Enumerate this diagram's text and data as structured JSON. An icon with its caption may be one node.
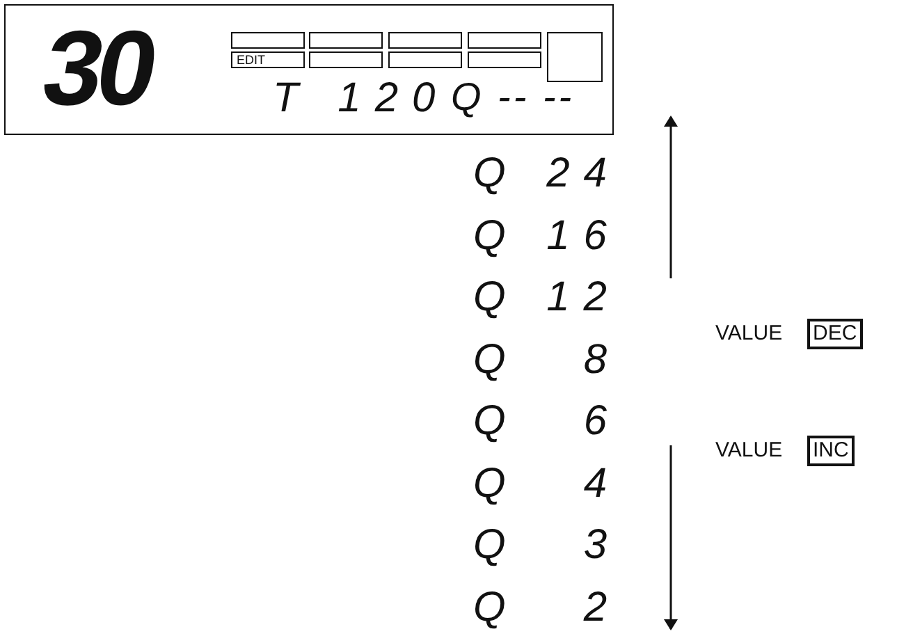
{
  "diagram": {
    "nodes": [
      {
        "text": [
          "30",
          "T 120",
          "Q -- --"
        ]
      },
      {
        "text": [],
        "shape": "box",
        "in": 0
      },
      {
        "text": [],
        "shape": "box",
        "in": 0
      },
      {
        "text": [],
        "shape": "box",
        "in": 0
      },
      {
        "text": [],
        "shape": "box",
        "in": 0
      },
      {
        "text": [],
        "shape": "box",
        "in": 0
      },
      {
        "text": [
          "EDIT"
        ],
        "in": 0
      },
      {
        "text": [],
        "shape": "box",
        "in": 0
      },
      {
        "text": [],
        "shape": "box",
        "in": 0
      },
      {
        "text": [],
        "shape": "box",
        "in": 0
      },
      {
        "text": [
          "DEC"
        ],
        "beside": [
          "VALUE"
        ]
      },
      {
        "text": [
          "INC"
        ],
        "beside": [
          "VALUE"
        ]
      }
    ],
    "labels": [
      "Q",
      "24",
      "Q",
      "16",
      "Q",
      "12",
      "Q",
      "8",
      "Q",
      "6",
      "Q",
      "4",
      "Q",
      "3",
      "Q",
      "2"
    ]
  }
}
